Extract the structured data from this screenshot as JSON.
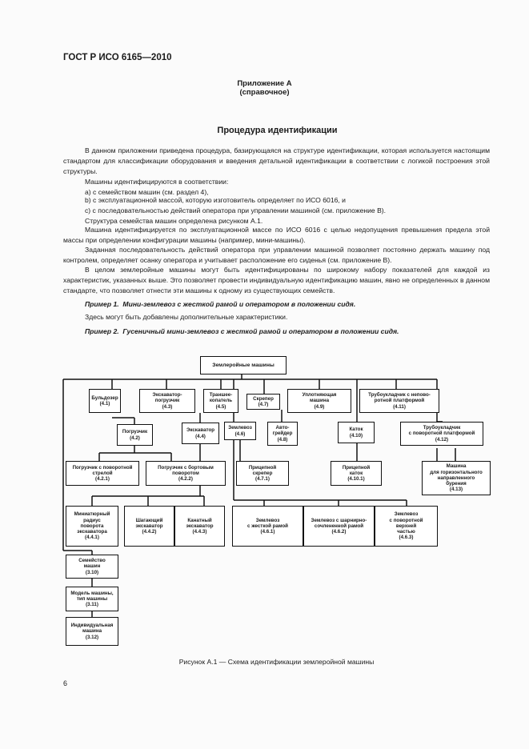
{
  "header": {
    "standard": "ГОСТ Р ИСО 6165—2010"
  },
  "annex": {
    "title": "Приложение А",
    "subtitle": "(справочное)"
  },
  "section_title": "Процедура идентификации",
  "paragraphs": [
    "В данном приложении приведена процедура, базирующаяся на структуре идентификации, которая используется настоящим стандартом для классификации оборудования и введения детальной идентификации в соответствии с логикой построения этой структуры.",
    "Машины идентифицируются в соответствии:",
    "а) с семейством машин (см. раздел 4),",
    "b) с эксплуатационной массой, которую изготовитель определяет по ИСО 6016, и",
    "c) с последовательностью действий оператора при управлении машиной (см. приложение В).",
    "Структура семейства машин определена рисунком А.1.",
    "Машина идентифицируется по эксплуатационной массе по ИСО 6016 с целью недопущения превышения предела этой массы при определении конфигурации машины (например, мини-машины).",
    "Заданная последовательность действий оператора при управлении машиной позволяет постоянно держать машину под контролем, определяет осанку оператора и учитывает расположение его сиденья (см. приложение В).",
    "В целом землеройные машины могут быть идентифицированы по широкому набору показателей для каждой из характеристик, указанных выше. Это позволяет провести индивидуальную идентификацию машин, явно не определенных в данном стандарте, что позволяет отнести эти машины к одному из существующих семейств."
  ],
  "example1": {
    "label": "Пример 1.",
    "text": "Мини-землевоз с жесткой рамой и оператором в положении сидя."
  },
  "note": "Здесь могут быть добавлены дополнительные характеристики.",
  "example2": {
    "label": "Пример 2.",
    "text": "Гусеничный мини-землевоз с жесткой рамой и оператором в положении сидя."
  },
  "diagram": {
    "root": "Землеройные машины",
    "bulldozer": [
      "Бульдозер",
      "(4.1)"
    ],
    "loader": [
      "Экскаватор-",
      "погрузчик",
      "(4.3)"
    ],
    "trencher": [
      "Траншее-",
      "копатель",
      "(4.5)"
    ],
    "scraper": [
      "Скрепер",
      "(4.7)"
    ],
    "compactor": [
      "Уплотняющая",
      "машина",
      "(4.9)"
    ],
    "pipelayer": [
      "Трубоукладчик с непово-",
      "ротной платформой",
      "(4.11)"
    ],
    "pogruzchik": [
      "Погрузчик",
      "(4.2)"
    ],
    "excavator": [
      "Экскаватор",
      "(4.4)"
    ],
    "dumper": [
      "Землевоз",
      "(4.6)"
    ],
    "grader": [
      "Авто-",
      "грейдер",
      "(4.8)"
    ],
    "roller": [
      "Каток",
      "(4.10)"
    ],
    "pipelayer_rot": [
      "Трубоукладчик",
      "с поворотной платформой",
      "(4.12)"
    ],
    "loader_rot": [
      "Погрузчик с поворотной",
      "стрелой",
      "(4.2.1)"
    ],
    "loader_side": [
      "Погрузчик с бортовым",
      "поворотом",
      "(4.2.2)"
    ],
    "towed_scraper": [
      "Прицепной",
      "скрепер",
      "(4.7.1)"
    ],
    "towed_roller": [
      "Прицепной",
      "каток",
      "(4.10.1)"
    ],
    "hdd": [
      "Машина",
      "для горизонтального",
      "направленного",
      "бурения",
      "(4.13)"
    ],
    "mini_exc": [
      "Миниатюрный",
      "радиус",
      "поворота",
      "экскаватора",
      "(4.4.1)"
    ],
    "walking_exc": [
      "Шагающий",
      "экскаватор",
      "(4.4.2)"
    ],
    "cable_exc": [
      "Канатный",
      "экскаватор",
      "(4.4.3)"
    ],
    "rigid_dumper": [
      "Землевоз",
      "с жесткой рамой",
      "(4.6.1)"
    ],
    "artic_dumper": [
      "Землевоз с шарнирно-",
      "сочлененной рамой",
      "(4.6.2)"
    ],
    "swing_dumper": [
      "Землевоз",
      "с поворотной",
      "верхней",
      "частью",
      "(4.6.3)"
    ],
    "family": [
      "Семейство",
      "машин",
      "(3.10)"
    ],
    "model": [
      "Модель машины,",
      "тип машины",
      "(3.11)"
    ],
    "individual": [
      "Индивидуальная",
      "машина",
      "(3.12)"
    ]
  },
  "caption": "Рисунок А.1 — Схема идентификации землеройной машины",
  "page_number": "6"
}
